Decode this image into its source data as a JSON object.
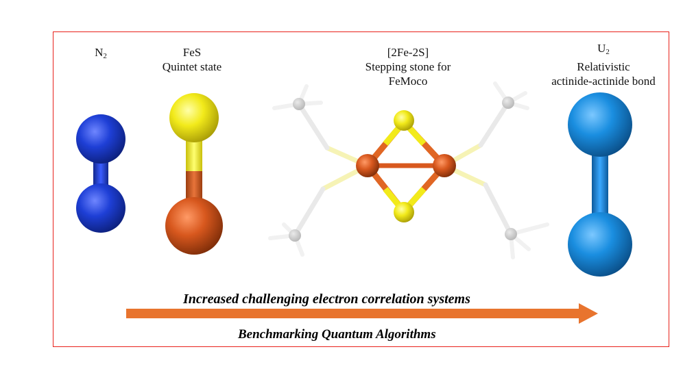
{
  "molecules": [
    {
      "id": "n2",
      "formula": "N",
      "subscript": "2",
      "lines": []
    },
    {
      "id": "fes",
      "formula": "FeS",
      "subscript": "",
      "lines": [
        "Quintet state"
      ]
    },
    {
      "id": "fe2s2",
      "formula": "[2Fe-2S]",
      "subscript": "",
      "lines": [
        "Stepping stone for",
        "FeMoco"
      ]
    },
    {
      "id": "u2",
      "formula": "U",
      "subscript": "2",
      "lines": [
        "Relativistic",
        "actinide-actinide bond"
      ]
    }
  ],
  "arrow": {
    "top_caption": "Increased challenging electron correlation systems",
    "bottom_caption": "Benchmarking Quantum Algorithms",
    "color": "#e8742e"
  },
  "colors": {
    "frame": "#e8201a",
    "nitrogen": "#1e3fd6",
    "sulfur": "#f2ea1a",
    "iron": "#d8581e",
    "uranium": "#1a8ee0",
    "carbon": "#8a8a8a",
    "hydrogen": "#f2f2f2"
  }
}
